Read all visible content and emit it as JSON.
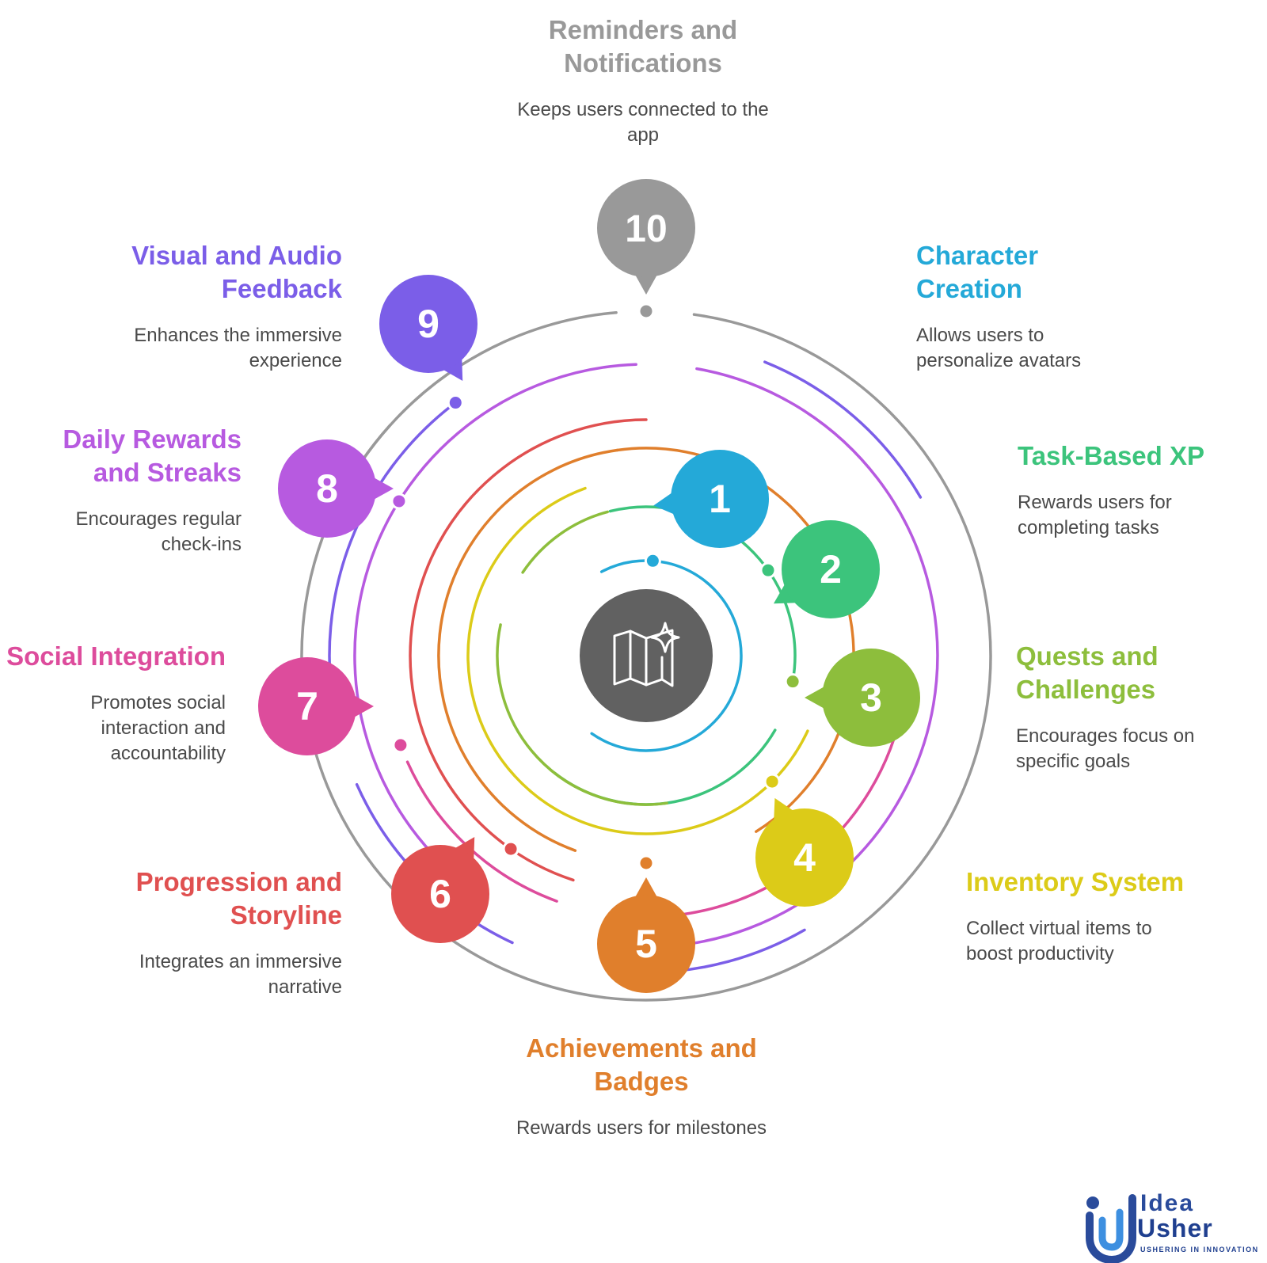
{
  "center": {
    "icon": "map-sparkle-icon",
    "color": "#616161"
  },
  "steps": [
    {
      "num": "1",
      "title": "Character Creation",
      "desc": "Allows users to personalize avatars",
      "color": "#24a9d8"
    },
    {
      "num": "2",
      "title": "Task-Based XP",
      "desc": "Rewards users for completing tasks",
      "color": "#3cc47c"
    },
    {
      "num": "3",
      "title": "Quests and Challenges",
      "desc": "Encourages focus on specific goals",
      "color": "#8dbe3c"
    },
    {
      "num": "4",
      "title": "Inventory System",
      "desc": "Collect virtual items to boost productivity",
      "color": "#dccb18"
    },
    {
      "num": "5",
      "title": "Achievements and Badges",
      "desc": "Rewards users for milestones",
      "color": "#e07f2c"
    },
    {
      "num": "6",
      "title": "Progression and Storyline",
      "desc": "Integrates an immersive narrative",
      "color": "#e05050"
    },
    {
      "num": "7",
      "title": "Social Integration",
      "desc": "Promotes social interaction and accountability",
      "color": "#dd4c9c"
    },
    {
      "num": "8",
      "title": "Daily Rewards and Streaks",
      "desc": "Encourages regular check-ins",
      "color": "#b75ae0"
    },
    {
      "num": "9",
      "title": "Visual and Audio Feedback",
      "desc": "Enhances the immersive experience",
      "color": "#7b5ee8"
    },
    {
      "num": "10",
      "title": "Reminders and Notifications",
      "desc": "Keeps users connected to the app",
      "color": "#999999"
    }
  ],
  "logo": {
    "idea": "Idea",
    "usher": "Usher",
    "tagline": "USHERING IN INNOVATION",
    "icon": "idea-usher-logo-icon",
    "colors": {
      "blue": "#2a4b9b",
      "light": "#3d8fe0"
    }
  }
}
